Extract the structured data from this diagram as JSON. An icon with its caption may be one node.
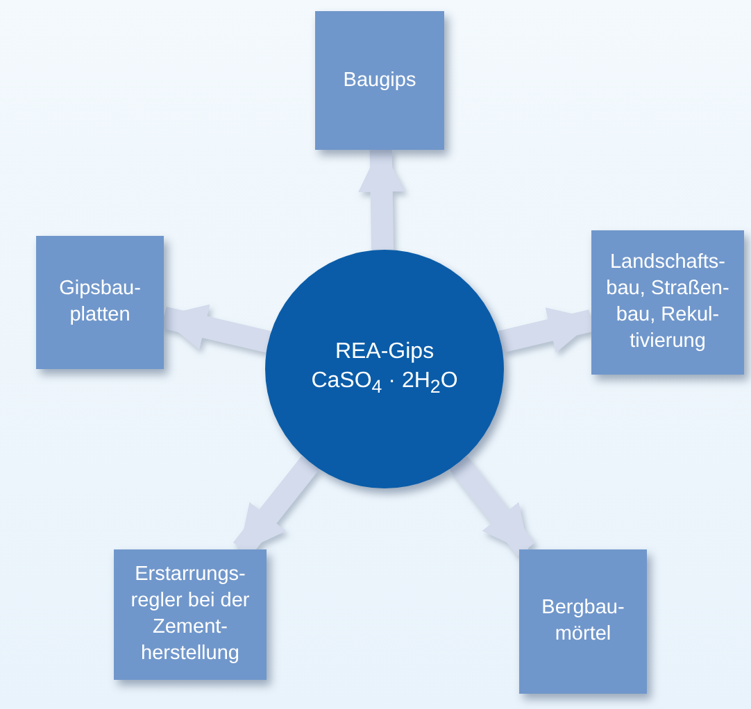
{
  "diagram": {
    "nodes": [
      {
        "text": [
          "Baugips"
        ]
      },
      {
        "text": [
          "Gipsbau- platten"
        ]
      },
      {
        "text": [
          "REA-Gips",
          "CaSO$_{4}$ · 2H$_{2}$O"
        ]
      },
      {
        "text": [
          "Landschafts- bau, Straßen- bau, Rekul- tivierung"
        ]
      },
      {
        "text": [
          "Erstarrungs- regler bei der Zement- herstellung"
        ]
      },
      {
        "text": [
          "Bergbau- mörtel"
        ]
      }
    ],
    "edges": [
      {
        "from": 2,
        "to": 0,
        "arrow": "to"
      },
      {
        "from": 2,
        "to": 1,
        "arrow": "to"
      },
      {
        "from": 2,
        "to": 3,
        "arrow": "to"
      },
      {
        "from": 2,
        "to": 4,
        "arrow": "to"
      },
      {
        "from": 2,
        "to": 5,
        "arrow": "to"
      }
    ]
  }
}
